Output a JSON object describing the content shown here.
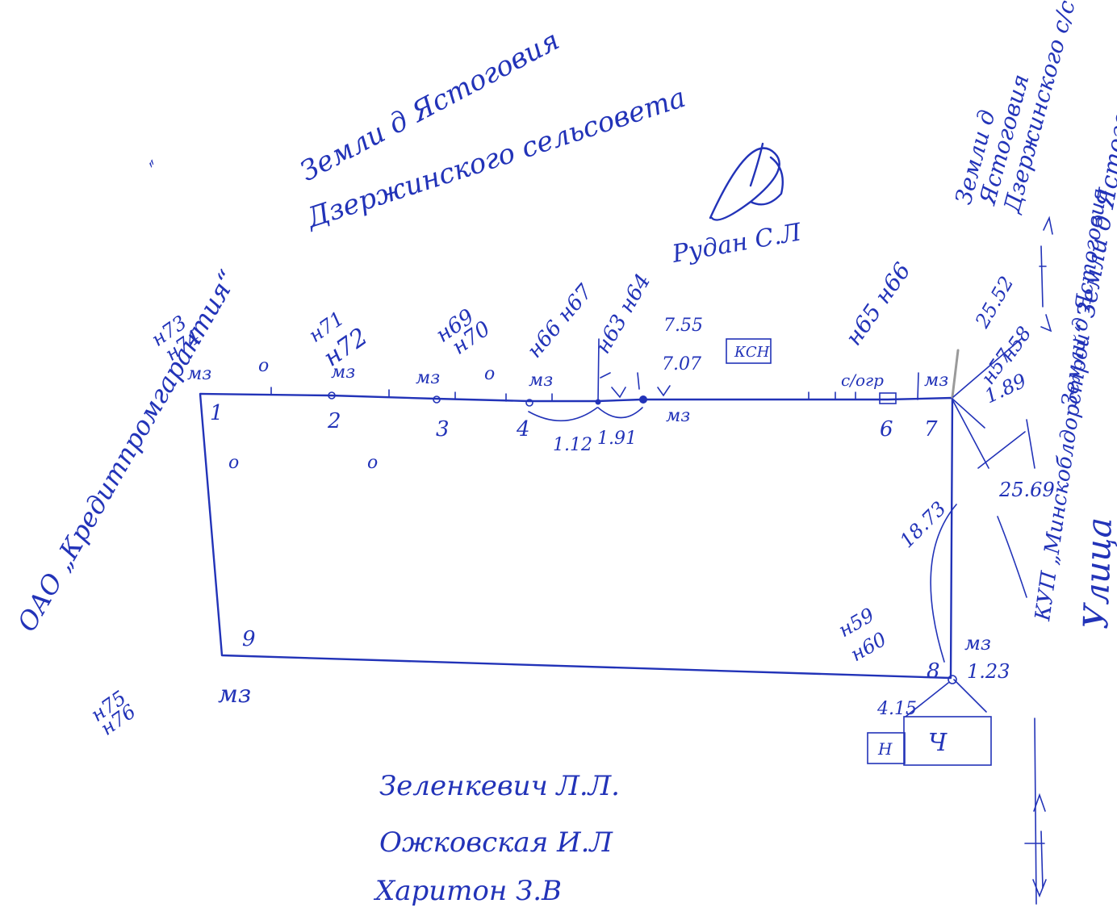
{
  "neighbors": {
    "top_1": "Земли д Ястоговия",
    "top_2": "Дзержинского сельсовета",
    "left": "ОАО „Кредитпромгарантия“",
    "left_quote": "″",
    "right_1": "Земли д",
    "right_2": "Ястоговия",
    "right_3": "Дзержинского с/с",
    "far_right": "Земли д Ястоговия",
    "right_vertical": "КУП „Минскоблдорстрой“",
    "right_vertical_2": "Земли д Ястоговия",
    "bottom_owner_1": "Зеленкевич Л.Л.",
    "bottom_owner_2": "Ожковская И.Л",
    "bottom_owner_3": "Харитон З.В",
    "top_center": "Рудан С.Л",
    "street": "Улица"
  },
  "points": {
    "p1": "1",
    "p2": "2",
    "p3": "3",
    "p4": "4",
    "p6": "6",
    "p7": "7",
    "p8": "8",
    "p9": "9"
  },
  "marks": {
    "mz": "мз",
    "sogr": "с/огр",
    "o": "о"
  },
  "n_labels": {
    "n73": "н73",
    "n74": "н74",
    "n71": "н71",
    "n72": "н72",
    "n69": "н69",
    "n70": "н70",
    "n66_67": "н66 н67",
    "n63_64": "н63 н64",
    "n65_66": "н65 н66",
    "n57": "н57",
    "n58": "н58",
    "n59": "н59",
    "n60": "н60",
    "n75": "н75",
    "n76": "н76"
  },
  "measurements": {
    "m1": "7.55",
    "m2": "7.07",
    "m3": "1.12",
    "m4": "1.91",
    "m5": "25.52",
    "m6": "1.89",
    "m7": "25.69",
    "m8": "18.73",
    "m9": "1.23",
    "m10": "4.15"
  },
  "buildings": {
    "ksh": "КСН",
    "h_small": "Н",
    "h_large": "Ч"
  },
  "signature": "signature"
}
